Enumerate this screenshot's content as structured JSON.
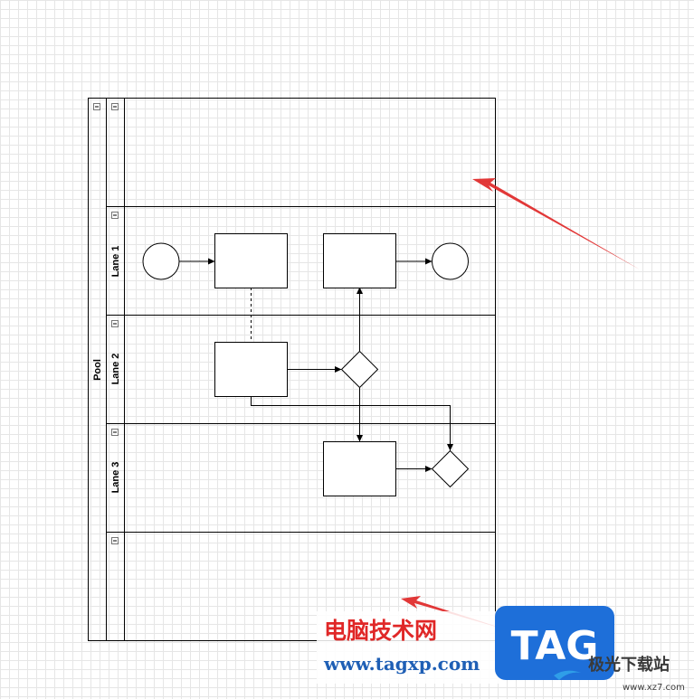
{
  "diagram": {
    "pool": {
      "label": "Pool"
    },
    "lanes": [
      {
        "label": ""
      },
      {
        "label": "Lane 1"
      },
      {
        "label": "Lane 2"
      },
      {
        "label": "Lane 3"
      },
      {
        "label": ""
      }
    ]
  },
  "colors": {
    "stroke": "#000000",
    "grid": "#e6e6e6",
    "annotation_arrow": "#e02727",
    "watermark_red": "#e02727",
    "watermark_blue": "#1f5fb5",
    "tag_badge": "#1e6fd9"
  },
  "watermark": {
    "cn_text": "电脑技术网",
    "url": "www.tagxp.com",
    "badge": "TAG",
    "site_name": "极光下载站",
    "site_url": "www.xz7.com"
  }
}
